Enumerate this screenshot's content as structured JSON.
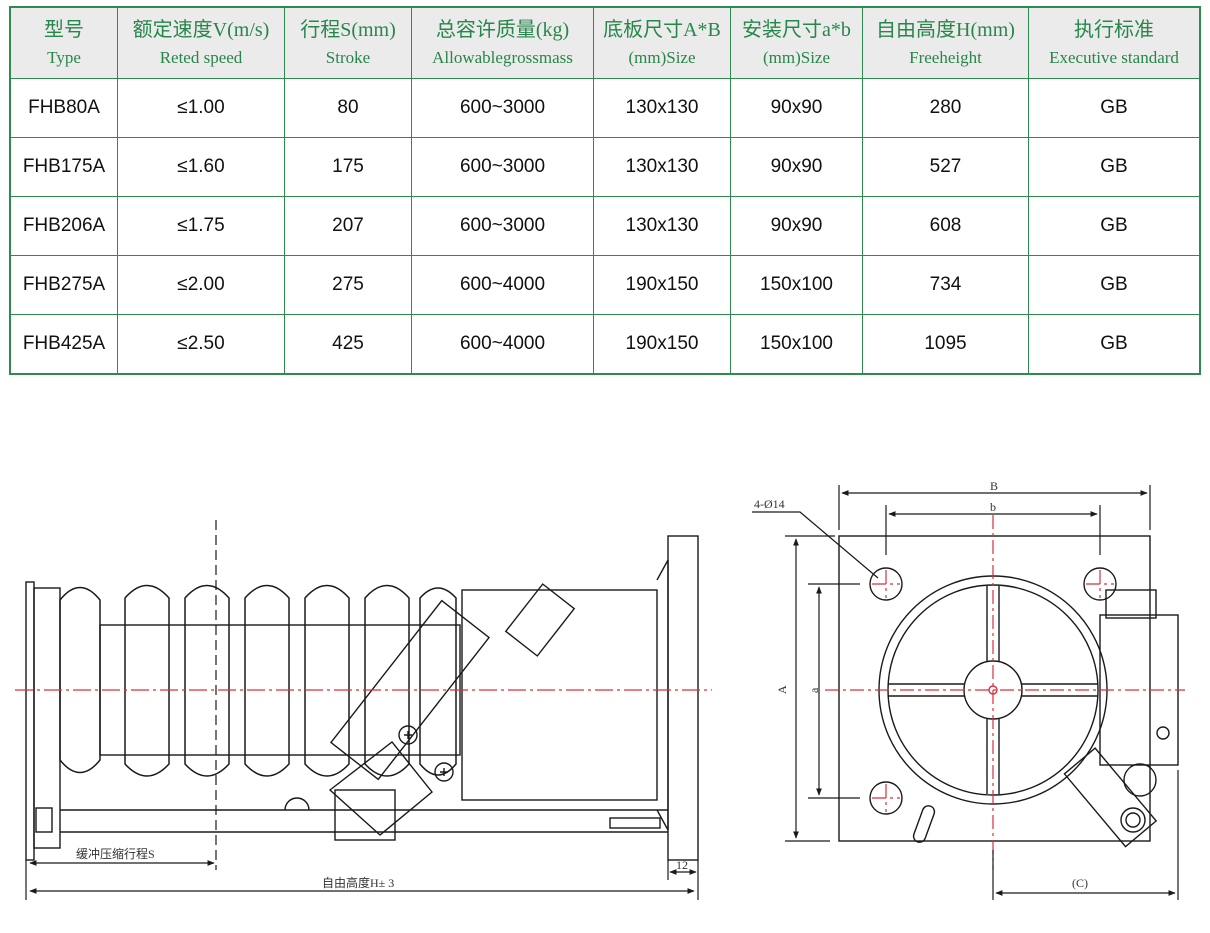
{
  "table": {
    "columns": [
      {
        "cn": "型号",
        "en": "Type",
        "width": 106
      },
      {
        "cn": "额定速度V(m/s)",
        "en": "Reted speed",
        "width": 166
      },
      {
        "cn": "行程S(mm)",
        "en": "Stroke",
        "width": 126
      },
      {
        "cn": "总容许质量(kg)",
        "en": "Allowablegrossmass",
        "width": 181
      },
      {
        "cn": "底板尺寸A*B",
        "en": "(mm)Size",
        "width": 136
      },
      {
        "cn": "安装尺寸a*b",
        "en": "(mm)Size",
        "width": 131
      },
      {
        "cn": "自由高度H(mm)",
        "en": "Freeheight",
        "width": 165
      },
      {
        "cn": "执行标准",
        "en": "Executive standard",
        "width": 170
      }
    ],
    "rows": [
      [
        "FHB80A",
        "≤1.00",
        "80",
        "600~3000",
        "130x130",
        "90x90",
        "280",
        "GB"
      ],
      [
        "FHB175A",
        "≤1.60",
        "175",
        "600~3000",
        "130x130",
        "90x90",
        "527",
        "GB"
      ],
      [
        "FHB206A",
        "≤1.75",
        "207",
        "600~3000",
        "130x130",
        "90x90",
        "608",
        "GB"
      ],
      [
        "FHB275A",
        "≤2.00",
        "275",
        "600~4000",
        "190x150",
        "150x100",
        "734",
        "GB"
      ],
      [
        "FHB425A",
        "≤2.50",
        "425",
        "600~4000",
        "190x150",
        "150x100",
        "1095",
        "GB"
      ]
    ]
  },
  "drawing": {
    "side_view": {
      "stroke_label": "缓冲压缩行程S",
      "free_height_label": "自由高度H± 3",
      "flange_thickness": "12"
    },
    "end_view": {
      "hole_label": "4-Ø14",
      "dim_B": "B",
      "dim_b": "b",
      "dim_A": "A",
      "dim_a": "a",
      "dim_C": "(C)"
    },
    "colors": {
      "line": "#1a1a1a",
      "centerline": "#d9303a",
      "table_border": "#2e8b4e",
      "header_text": "#27864a"
    }
  }
}
